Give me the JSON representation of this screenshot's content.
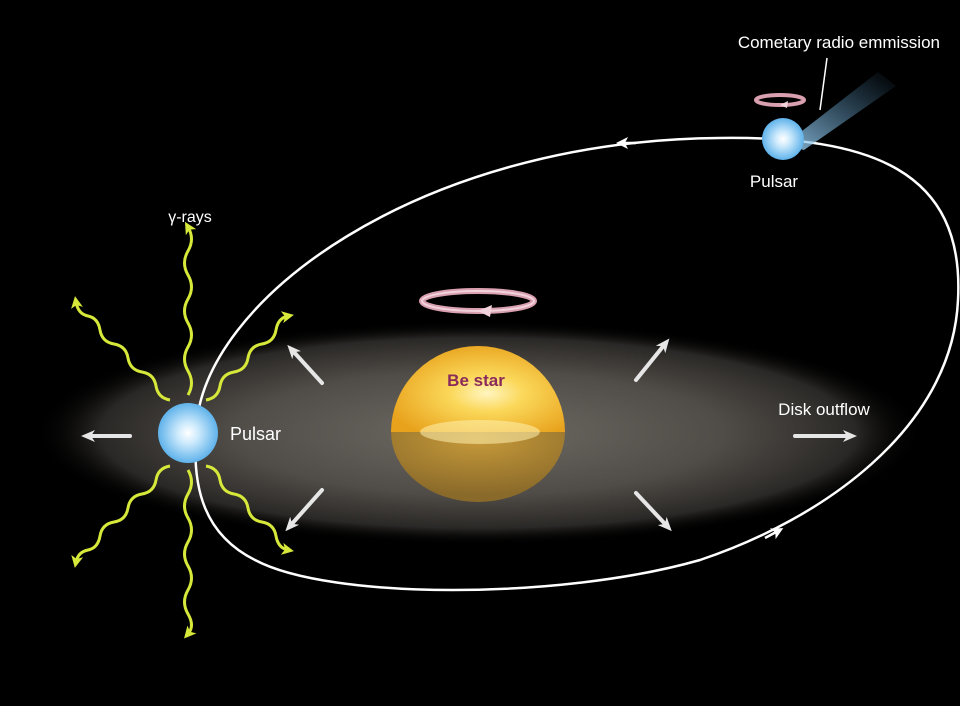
{
  "labels": {
    "gamma_rays": "γ-rays",
    "cometary_emission": "Cometary radio emmission",
    "pulsar_top": "Pulsar",
    "pulsar_left": "Pulsar",
    "be_star": "Be star",
    "disk_outflow": "Disk outflow"
  },
  "colors": {
    "background": "#000000",
    "disk": "#cfc9c0",
    "star": "#f6c22e",
    "star_label": "#8a2a5a",
    "pulsar": "#7fc4f2",
    "gamma_ray": "#d6e83a",
    "orbit": "#ffffff",
    "spin_ring": "#d9a0b0",
    "arrow": "#e6e6e6"
  }
}
